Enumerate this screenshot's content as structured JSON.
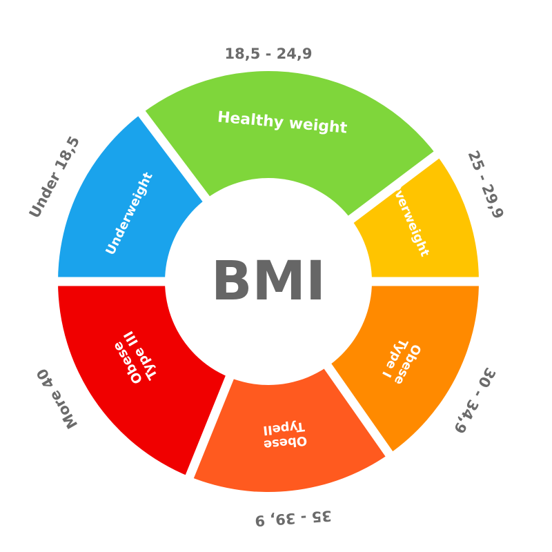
{
  "center": {
    "title": "BMI"
  },
  "colors": {
    "gap": "#ffffff",
    "center_fill": "#ffffff",
    "range_text": "#6b6b6b",
    "title_text": "#666666"
  },
  "segments": [
    {
      "key": "underweight",
      "label_lines": [
        "Underweight"
      ],
      "range": "Under 18,5",
      "color": "#1aa3ec"
    },
    {
      "key": "healthy",
      "label_lines": [
        "Healthy weight"
      ],
      "range": "18,5 - 24,9",
      "color": "#7fd63b"
    },
    {
      "key": "overweight",
      "label_lines": [
        "Overweight"
      ],
      "range": "25 - 29,9",
      "color": "#ffc400"
    },
    {
      "key": "obese1",
      "label_lines": [
        "Obese",
        "Type I"
      ],
      "range": "30 - 34,9",
      "color": "#ff8a00"
    },
    {
      "key": "obese2",
      "label_lines": [
        "Obese",
        "TypeII"
      ],
      "range": "35 - 39, 9",
      "color": "#ff5a1f"
    },
    {
      "key": "obese3",
      "label_lines": [
        "Obese",
        "Type III"
      ],
      "range": "More 40",
      "color": "#f00000"
    }
  ]
}
